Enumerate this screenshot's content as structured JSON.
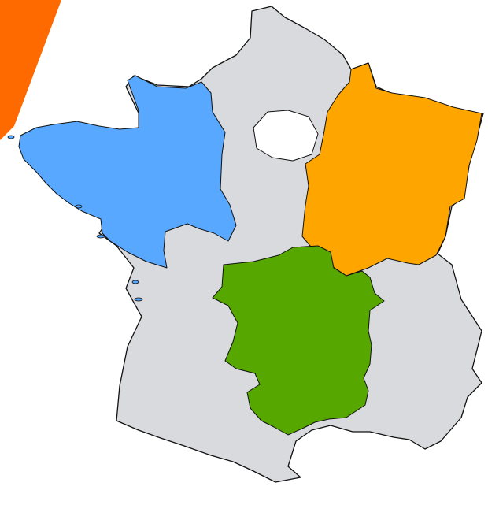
{
  "colors": {
    "background": "#ffffff",
    "base_territory": "#d8dadd",
    "department_border": "#ffffff",
    "coastline": "#111111",
    "accent_stripe": "#ff6a00",
    "region_west": "#58a8ff",
    "region_northeast": "#ffa500",
    "region_center": "#56a800",
    "excluded_area": "#ffffff"
  },
  "highlighted_regions": [
    {
      "name": "west",
      "color": "#58a8ff"
    },
    {
      "name": "northeast",
      "color": "#ffa500"
    },
    {
      "name": "center",
      "color": "#56a800"
    }
  ]
}
